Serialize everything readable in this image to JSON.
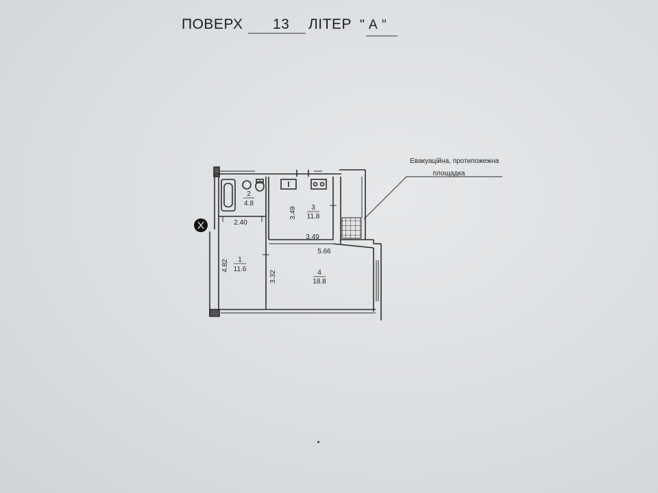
{
  "header": {
    "floor_label": "ПОВЕРХ",
    "floor_number": "13",
    "liter_label": "ЛІТЕР",
    "liter_value": "\" А \""
  },
  "note": {
    "line1": "Евакуаційна, протипожежна",
    "line2": "площадка"
  },
  "rooms": [
    {
      "number": "1",
      "area": "11.6"
    },
    {
      "number": "2",
      "area": "4.8"
    },
    {
      "number": "3",
      "area": "11.8"
    },
    {
      "number": "4",
      "area": "18.8"
    }
  ],
  "dimensions": {
    "d_2_40": "2.40",
    "d_4_82": "4.82",
    "d_3_32": "3.32",
    "d_3_49_vertical": "3.49",
    "d_3_49_horizontal": "3.49",
    "d_5_66": "5.66"
  }
}
